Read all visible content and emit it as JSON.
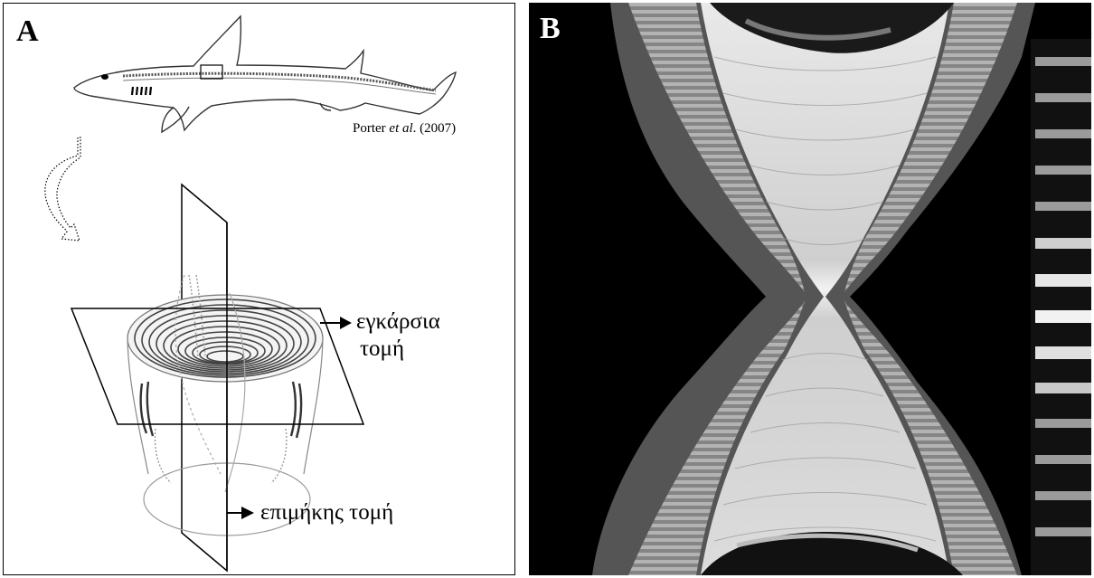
{
  "panel_a": {
    "letter": "A",
    "credit": {
      "prefix": "Porter ",
      "italic": "et al",
      "suffix": ". (2007)"
    },
    "transverse_label_line1": "εγκάρσια",
    "transverse_label_line2": "τομή",
    "longitudinal_label": "επιμήκης τομή"
  },
  "panel_b": {
    "letter": "B"
  }
}
